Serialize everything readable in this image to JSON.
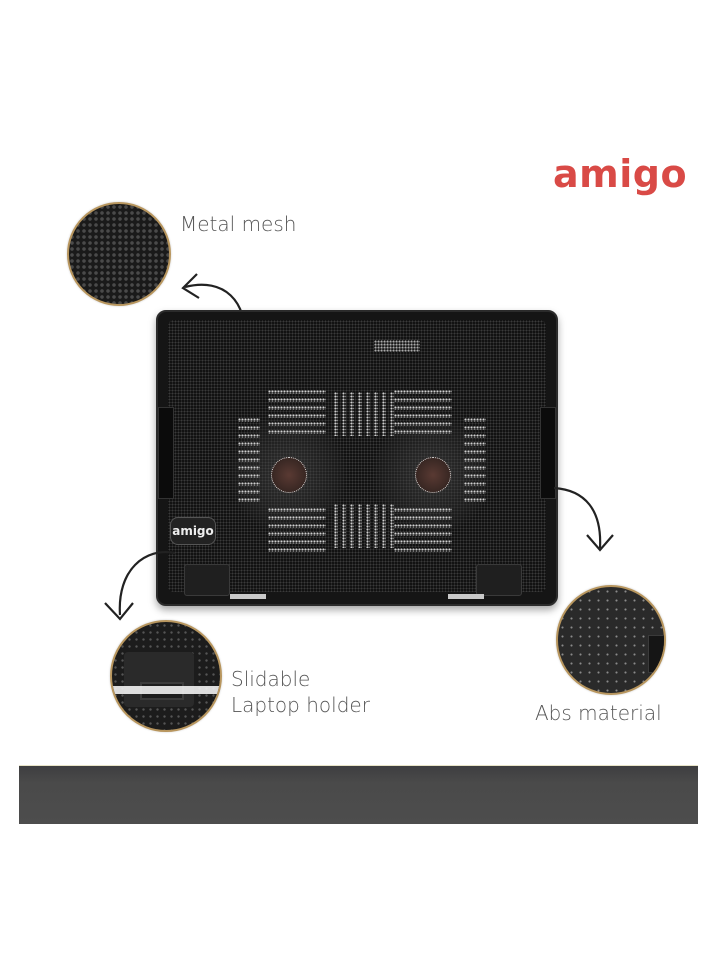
{
  "brand": {
    "logo_text": "amigo",
    "logo_color": "#d94a46",
    "product_badge_text": "amigo"
  },
  "product": {
    "name": "Laptop cooling pad with dual fans",
    "fan_count": 2
  },
  "callouts": [
    {
      "id": "metal-mesh",
      "label": "Metal mesh",
      "icon": "hex-mesh-closeup"
    },
    {
      "id": "slidable-holder",
      "label_line1": "Slidable",
      "label_line2": "Laptop holder",
      "icon": "holder-clip-closeup"
    },
    {
      "id": "abs-material",
      "label": "Abs material",
      "icon": "abs-texture-closeup"
    }
  ],
  "colors": {
    "accent_ring": "#b8965e",
    "label_text": "#555555",
    "bottom_bar": "#4a4a4a"
  }
}
